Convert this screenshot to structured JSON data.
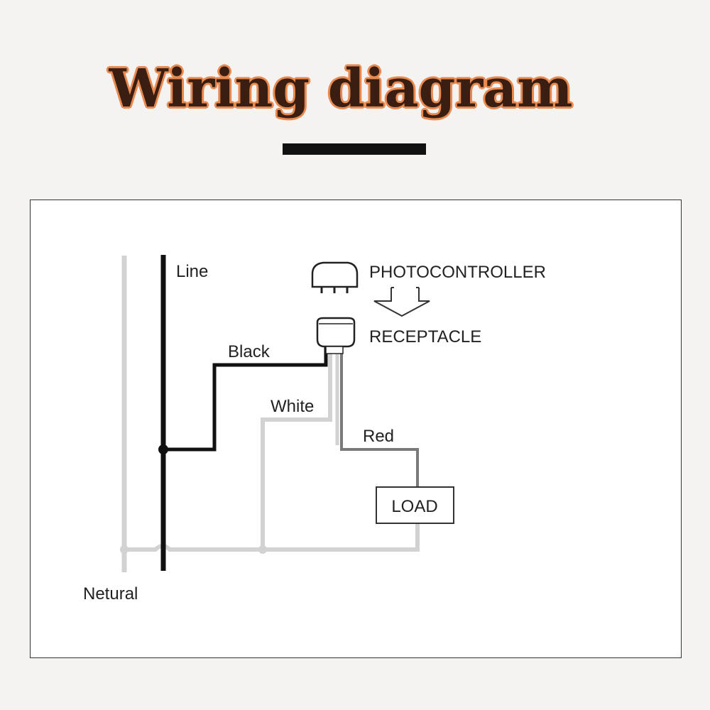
{
  "title": "Wiring diagram",
  "diagram": {
    "line_label": "Line",
    "neutral_label": "Netural",
    "black_label": "Black",
    "white_label": "White",
    "red_label": "Red",
    "photocontroller_label": "PHOTOCONTROLLER",
    "receptacle_label": "RECEPTACLE",
    "load_label": "LOAD"
  },
  "colors": {
    "title_text": "#3a1e12",
    "title_outline": "#e8894f",
    "line_wire": "#111111",
    "neutral_wire": "#cfcfcf",
    "red_wire": "#7a7a7a"
  }
}
